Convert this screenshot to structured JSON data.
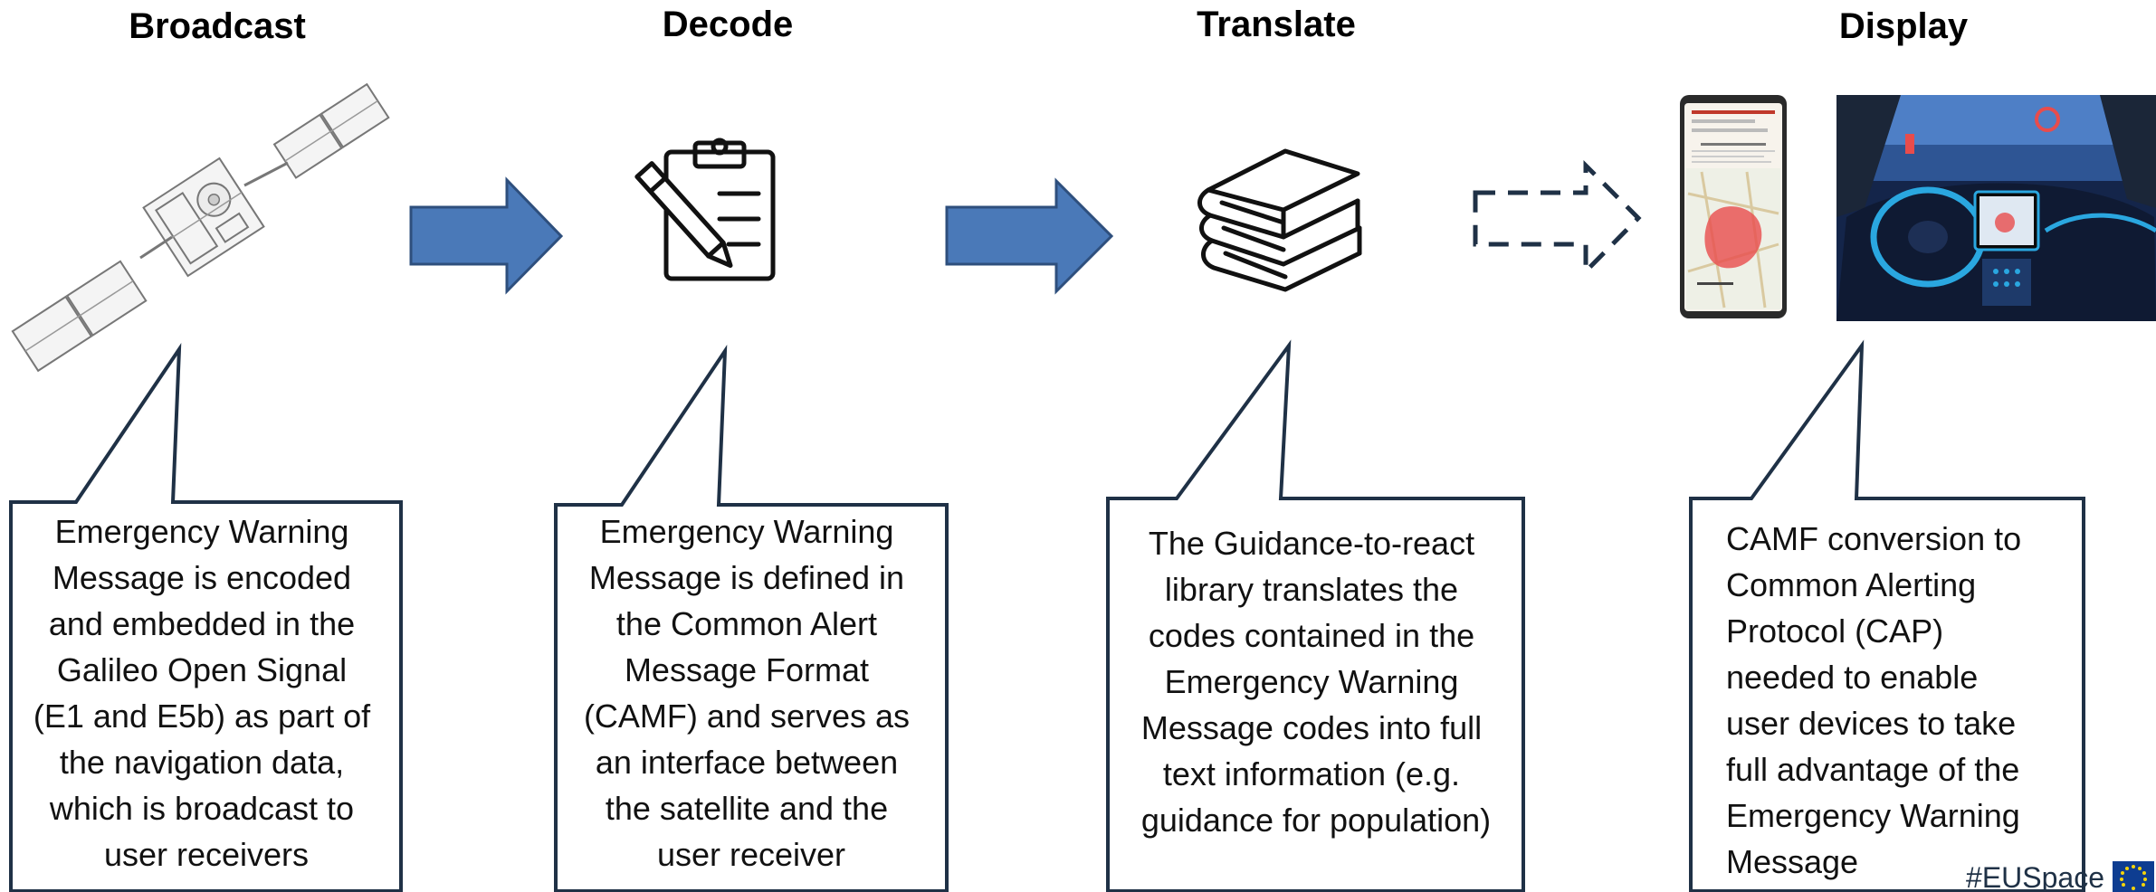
{
  "stages": [
    {
      "title": "Broadcast",
      "description": [
        "Emergency Warning",
        "Message is encoded",
        "and embedded in the",
        "Galileo Open Signal",
        "(E1 and E5b) as part of",
        "the navigation data,",
        "which is broadcast to",
        "user receivers"
      ]
    },
    {
      "title": "Decode",
      "description": [
        "Emergency Warning",
        "Message is defined in",
        "the Common Alert",
        "Message Format",
        "(CAMF) and serves as",
        "an interface between",
        "the satellite and the",
        "user receiver"
      ]
    },
    {
      "title": "Translate",
      "description": [
        "The Guidance-to-react",
        "library translates the",
        "codes contained in the",
        "Emergency Warning",
        "Message codes into full",
        "text information (e.g.",
        "guidance for population)"
      ]
    },
    {
      "title": "Display",
      "description": [
        "CAMF conversion to",
        "Common Alerting",
        "Protocol (CAP)",
        "needed to enable",
        "user devices to take",
        "full advantage of the",
        "Emergency Warning",
        "Message"
      ]
    }
  ],
  "footer_tag": "#EUSpace",
  "icons": [
    "satellite-icon",
    "clipboard-pencil-icon",
    "books-icon",
    "smartphone-map-icon",
    "car-dashboard-icon",
    "eu-flag-icon"
  ],
  "colors": {
    "arrow_fill": "#4a79b8",
    "outline": "#1f3146",
    "map_alert": "#e84c4c"
  }
}
